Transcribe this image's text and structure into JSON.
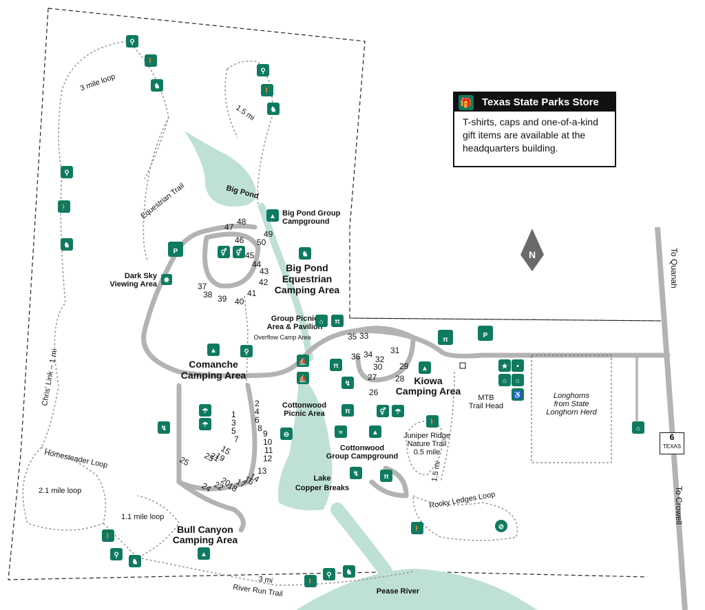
{
  "store": {
    "title": "Texas State Parks Store",
    "body": "T-shirts, caps and one-of-a-kind gift items are available at the headquarters building.",
    "icon": "gift-icon"
  },
  "compass": {
    "letter": "N"
  },
  "highway": {
    "number": "6",
    "state": "TEXAS"
  },
  "directions": {
    "north": "To Quanah",
    "south": "To Crowell"
  },
  "areas": {
    "big_pond": "Big Pond",
    "big_pond_group": [
      "Big Pond Group",
      "Campground"
    ],
    "big_pond_equestrian": [
      "Big Pond",
      "Equestrian",
      "Camping Area"
    ],
    "dark_sky": [
      "Dark Sky",
      "Viewing Area"
    ],
    "comanche": [
      "Comanche",
      "Camping Area"
    ],
    "group_picnic": [
      "Group Picnic",
      "Area & Pavilion"
    ],
    "overflow": "Overflow Camp Area",
    "kiowa": [
      "Kiowa",
      "Camping Area"
    ],
    "mtb": [
      "MTB",
      "Trail Head"
    ],
    "longhorns": [
      "Longhorns",
      "from State",
      "Longhorn Herd"
    ],
    "cottonwood_picnic": [
      "Cottonwood",
      "Picnic Area"
    ],
    "cottonwood_group": [
      "Cottonwood",
      "Group Campground"
    ],
    "juniper": [
      "Juniper Ridge",
      "Nature Trail",
      "0.5 mile"
    ],
    "lake": [
      "Lake",
      "Copper Breaks"
    ],
    "bull_canyon": [
      "Bull Canyon",
      "Camping Area"
    ],
    "pease_river": "Pease River"
  },
  "trails": {
    "three_mile_loop": "3 mile loop",
    "one_five_mi": "1.5 mi",
    "equestrian": "Equestrian Trail",
    "chris_link": "Chris' Link – 1 mi",
    "homesteader": "Homesteader Loop",
    "two_one_loop": "2.1 mile loop",
    "one_one_loop": "1.1 mile loop",
    "three_mi": "3 mi",
    "river_run": "River Run Trail",
    "rocky_ledges": "Rocky Ledges Loop",
    "juniper_len": "1.5 mi"
  },
  "sites": {
    "equestrian": [
      "37",
      "38",
      "39",
      "40",
      "41",
      "42",
      "43",
      "44",
      "45",
      "46",
      "47",
      "48",
      "49",
      "50"
    ],
    "kiowa": [
      "26",
      "27",
      "28",
      "29",
      "30",
      "31",
      "32",
      "33",
      "34",
      "35",
      "36"
    ],
    "comanche": [
      "1",
      "2",
      "3",
      "4",
      "5",
      "6",
      "7",
      "8",
      "9",
      "10",
      "11",
      "12",
      "13",
      "14",
      "15",
      "16",
      "17",
      "18",
      "19",
      "20",
      "21",
      "22",
      "23",
      "24",
      "25"
    ]
  },
  "icons": [
    "bike-icon",
    "hiker-icon",
    "horse-icon",
    "parking-icon",
    "restroom-icon",
    "shower-icon",
    "tent-icon",
    "picnic-icon",
    "pavilion-icon",
    "swim-icon",
    "fishing-icon",
    "boat-ramp-icon",
    "dump-station-icon",
    "star-icon",
    "hq-icon",
    "accessible-icon",
    "first-aid-icon",
    "no-bike-icon",
    "campfire-icon"
  ]
}
